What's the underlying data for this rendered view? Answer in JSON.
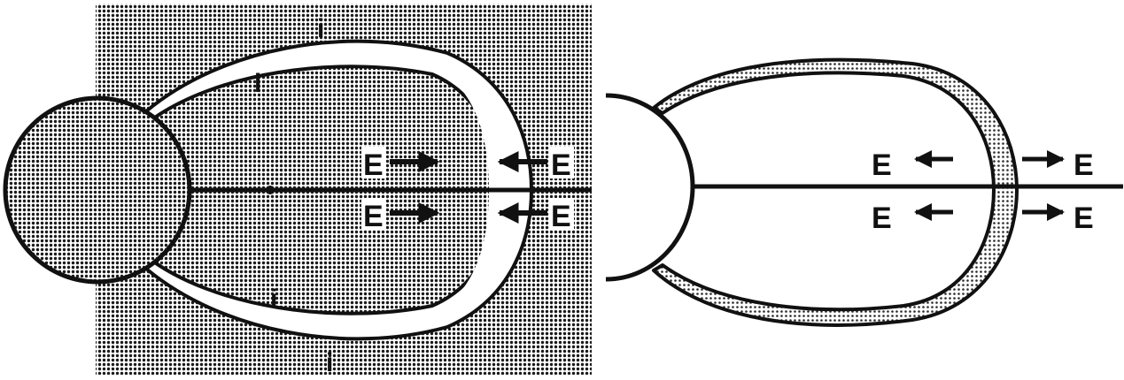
{
  "left_panel": {
    "ion_labels": [
      "i",
      "i",
      "i",
      "i"
    ],
    "field_labels": [
      "E",
      "E",
      "E",
      "E"
    ]
  },
  "right_panel": {
    "field_labels": [
      "E",
      "E",
      "E",
      "E"
    ]
  }
}
